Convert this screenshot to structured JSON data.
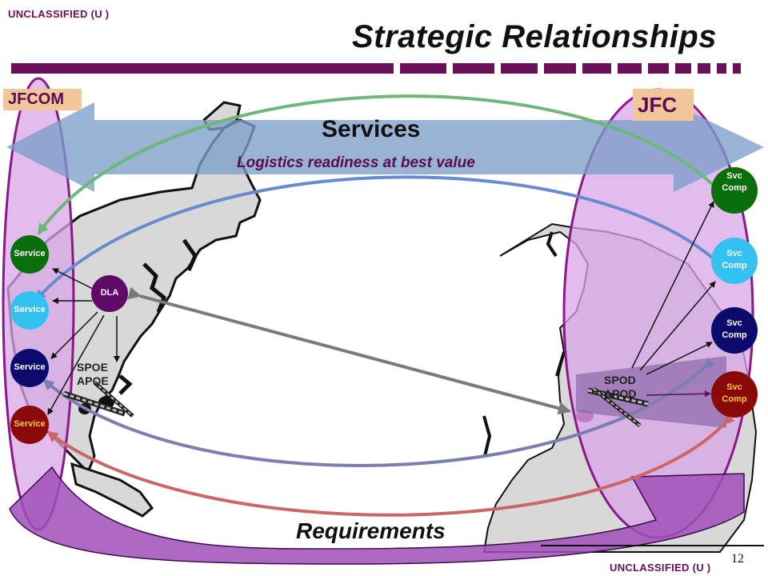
{
  "header": {
    "classification_top": "UNCLASSIFIED (U )",
    "title": "Strategic Relationships"
  },
  "footer": {
    "classification_bottom": "UNCLASSIFIED (U )",
    "page_number": "12"
  },
  "left_group": {
    "label": "JFCOM"
  },
  "right_group": {
    "label": "JFC"
  },
  "services_arrow": {
    "label": "Services",
    "subtitle": "Logistics readiness at best value"
  },
  "requirements_arrow": {
    "label": "Requirements"
  },
  "left_nodes": [
    {
      "label": "Service",
      "fill": "#0a6e0a",
      "text_color": "#ffffff"
    },
    {
      "label": "Service",
      "fill": "#33c1f0",
      "text_color": "#ffffff"
    },
    {
      "label": "Service",
      "fill": "#0b0b6e",
      "text_color": "#ffffff"
    },
    {
      "label": "Service",
      "fill": "#8a0a0a",
      "text_color": "#ffcc33"
    }
  ],
  "dla": {
    "label": "DLA",
    "fill": "#5e0a66"
  },
  "right_nodes": [
    {
      "line1": "Svc",
      "line2": "Comp",
      "fill": "#0a6e0a",
      "text_color": "#ffffff"
    },
    {
      "line1": "Svc",
      "line2": "Comp",
      "fill": "#33c1f0",
      "text_color": "#ffffff"
    },
    {
      "line1": "Svc",
      "line2": "Comp",
      "fill": "#0b0b6e",
      "text_color": "#ffffff"
    },
    {
      "line1": "Svc",
      "line2": "Comp",
      "fill": "#8a0a0a",
      "text_color": "#ffcc33"
    }
  ],
  "ports_left": {
    "line1": "SPOE",
    "line2": "APOE"
  },
  "ports_right": {
    "line1": "SPOD",
    "line2": "APOD"
  },
  "colors": {
    "accent_purple": "#6a0f57",
    "oval_fill": "#d9a6e8",
    "arc_green": "#6cb87a",
    "arc_blue": "#6a8ad0",
    "arc_slate": "#7a7fb0",
    "arc_red": "#cc6666",
    "services_arrow": "#8fa8c8"
  }
}
